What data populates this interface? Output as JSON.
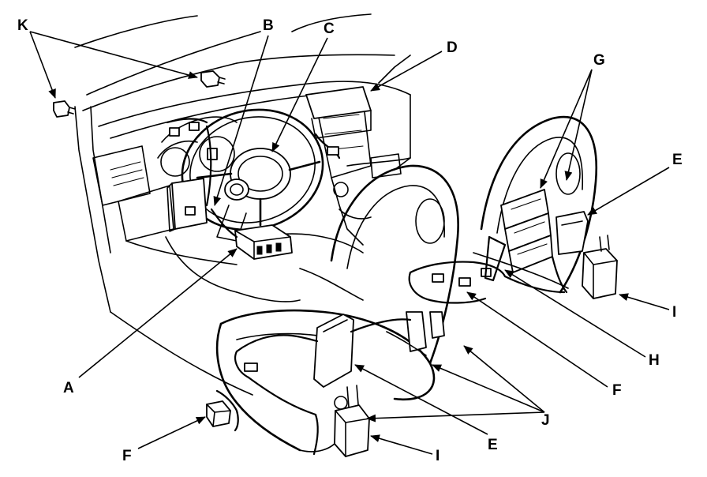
{
  "callouts": {
    "A": "A",
    "B": "B",
    "C": "C",
    "D": "D",
    "E1": "E",
    "E2": "E",
    "F1": "F",
    "F2": "F",
    "G": "G",
    "H": "H",
    "I1": "I",
    "I2": "I",
    "J": "J",
    "K": "K"
  }
}
